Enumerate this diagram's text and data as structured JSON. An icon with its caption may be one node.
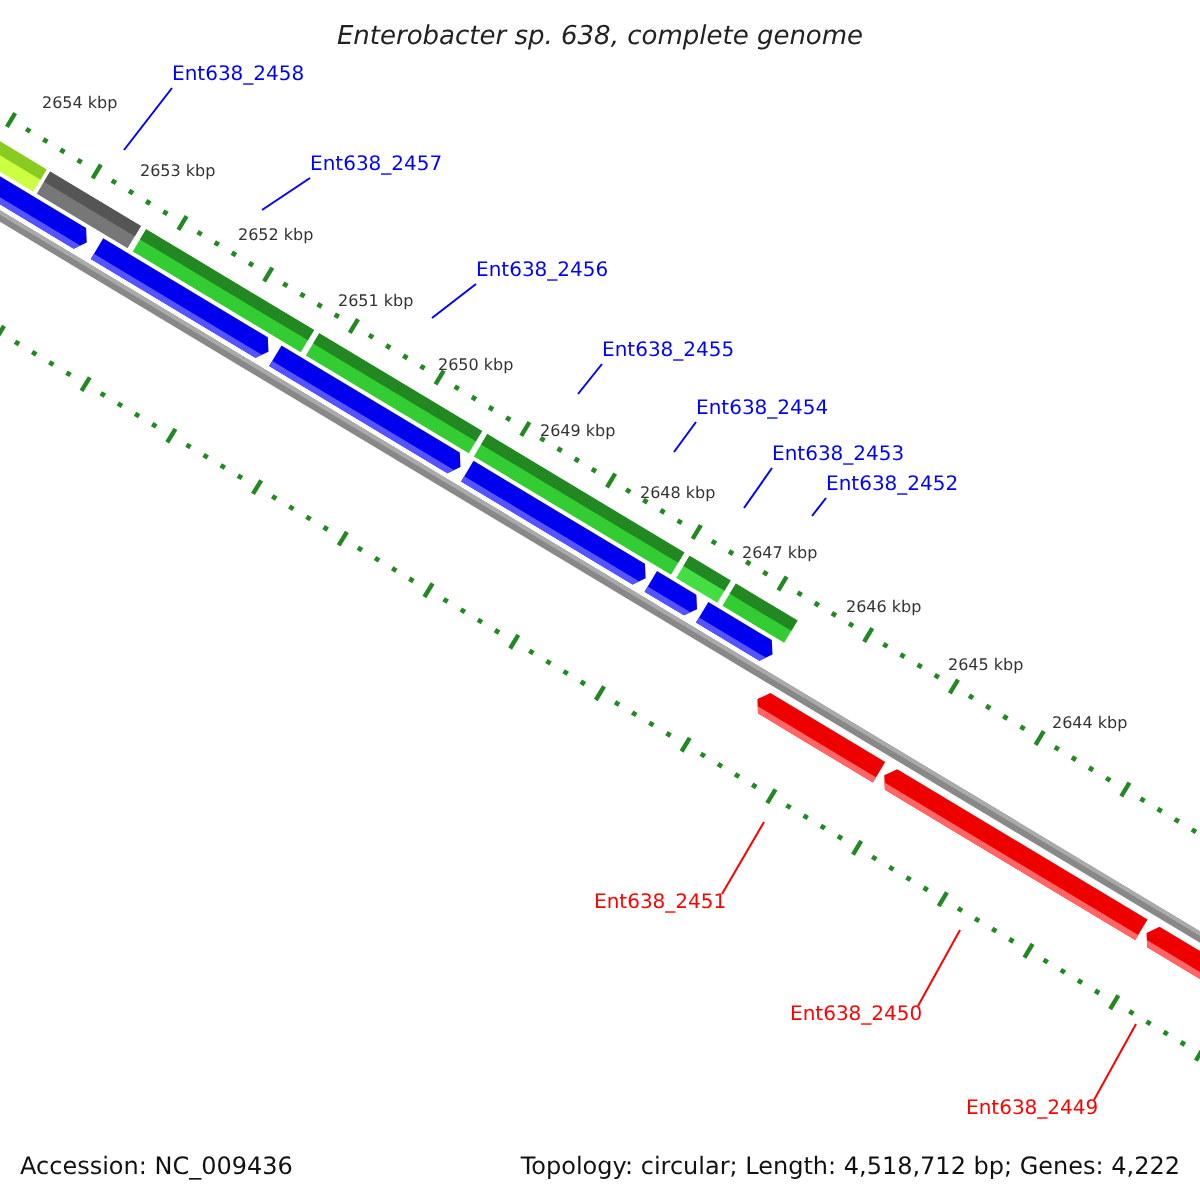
{
  "diagram": {
    "title": "Enterobacter sp. 638, complete genome",
    "nodes": [
      {
        "text": [
          "Ent638_2458"
        ]
      },
      {
        "text": [
          "Ent638_2457"
        ]
      },
      {
        "text": [
          "Ent638_2456"
        ]
      },
      {
        "text": [
          "Ent638_2455"
        ]
      },
      {
        "text": [
          "Ent638_2454"
        ]
      },
      {
        "text": [
          "Ent638_2453"
        ]
      },
      {
        "text": [
          "Ent638_2452"
        ]
      },
      {
        "text": [
          "Ent638_2451"
        ]
      },
      {
        "text": [
          "Ent638_2450"
        ]
      },
      {
        "text": [
          "Ent638_2449"
        ]
      }
    ],
    "edges": [
      {
        "from": 0,
        "to": null,
        "arrow": "none"
      },
      {
        "from": 1,
        "to": null,
        "arrow": "none"
      },
      {
        "from": 2,
        "to": null,
        "arrow": "none"
      },
      {
        "from": 3,
        "to": null,
        "arrow": "none"
      },
      {
        "from": 4,
        "to": null,
        "arrow": "none"
      },
      {
        "from": 5,
        "to": null,
        "arrow": "none"
      },
      {
        "from": 6,
        "to": null,
        "arrow": "none"
      },
      {
        "from": 7,
        "to": null,
        "arrow": "none",
        "color": "#ff0000"
      },
      {
        "from": 8,
        "to": null,
        "arrow": "none",
        "color": "#ff0000"
      },
      {
        "from": 9,
        "to": null,
        "arrow": "none",
        "color": "#ff0000"
      }
    ],
    "labels": [
      "2654 kbp",
      "2653 kbp",
      "2652 kbp",
      "2651 kbp",
      "2650 kbp",
      "2649 kbp",
      "2648 kbp",
      "2647 kbp",
      "2646 kbp",
      "2645 kbp",
      "2644 kbp",
      "Accession: NC_009436",
      "Topology: circular; Length: 4,518,712 bp; Genes: 4,222"
    ]
  }
}
